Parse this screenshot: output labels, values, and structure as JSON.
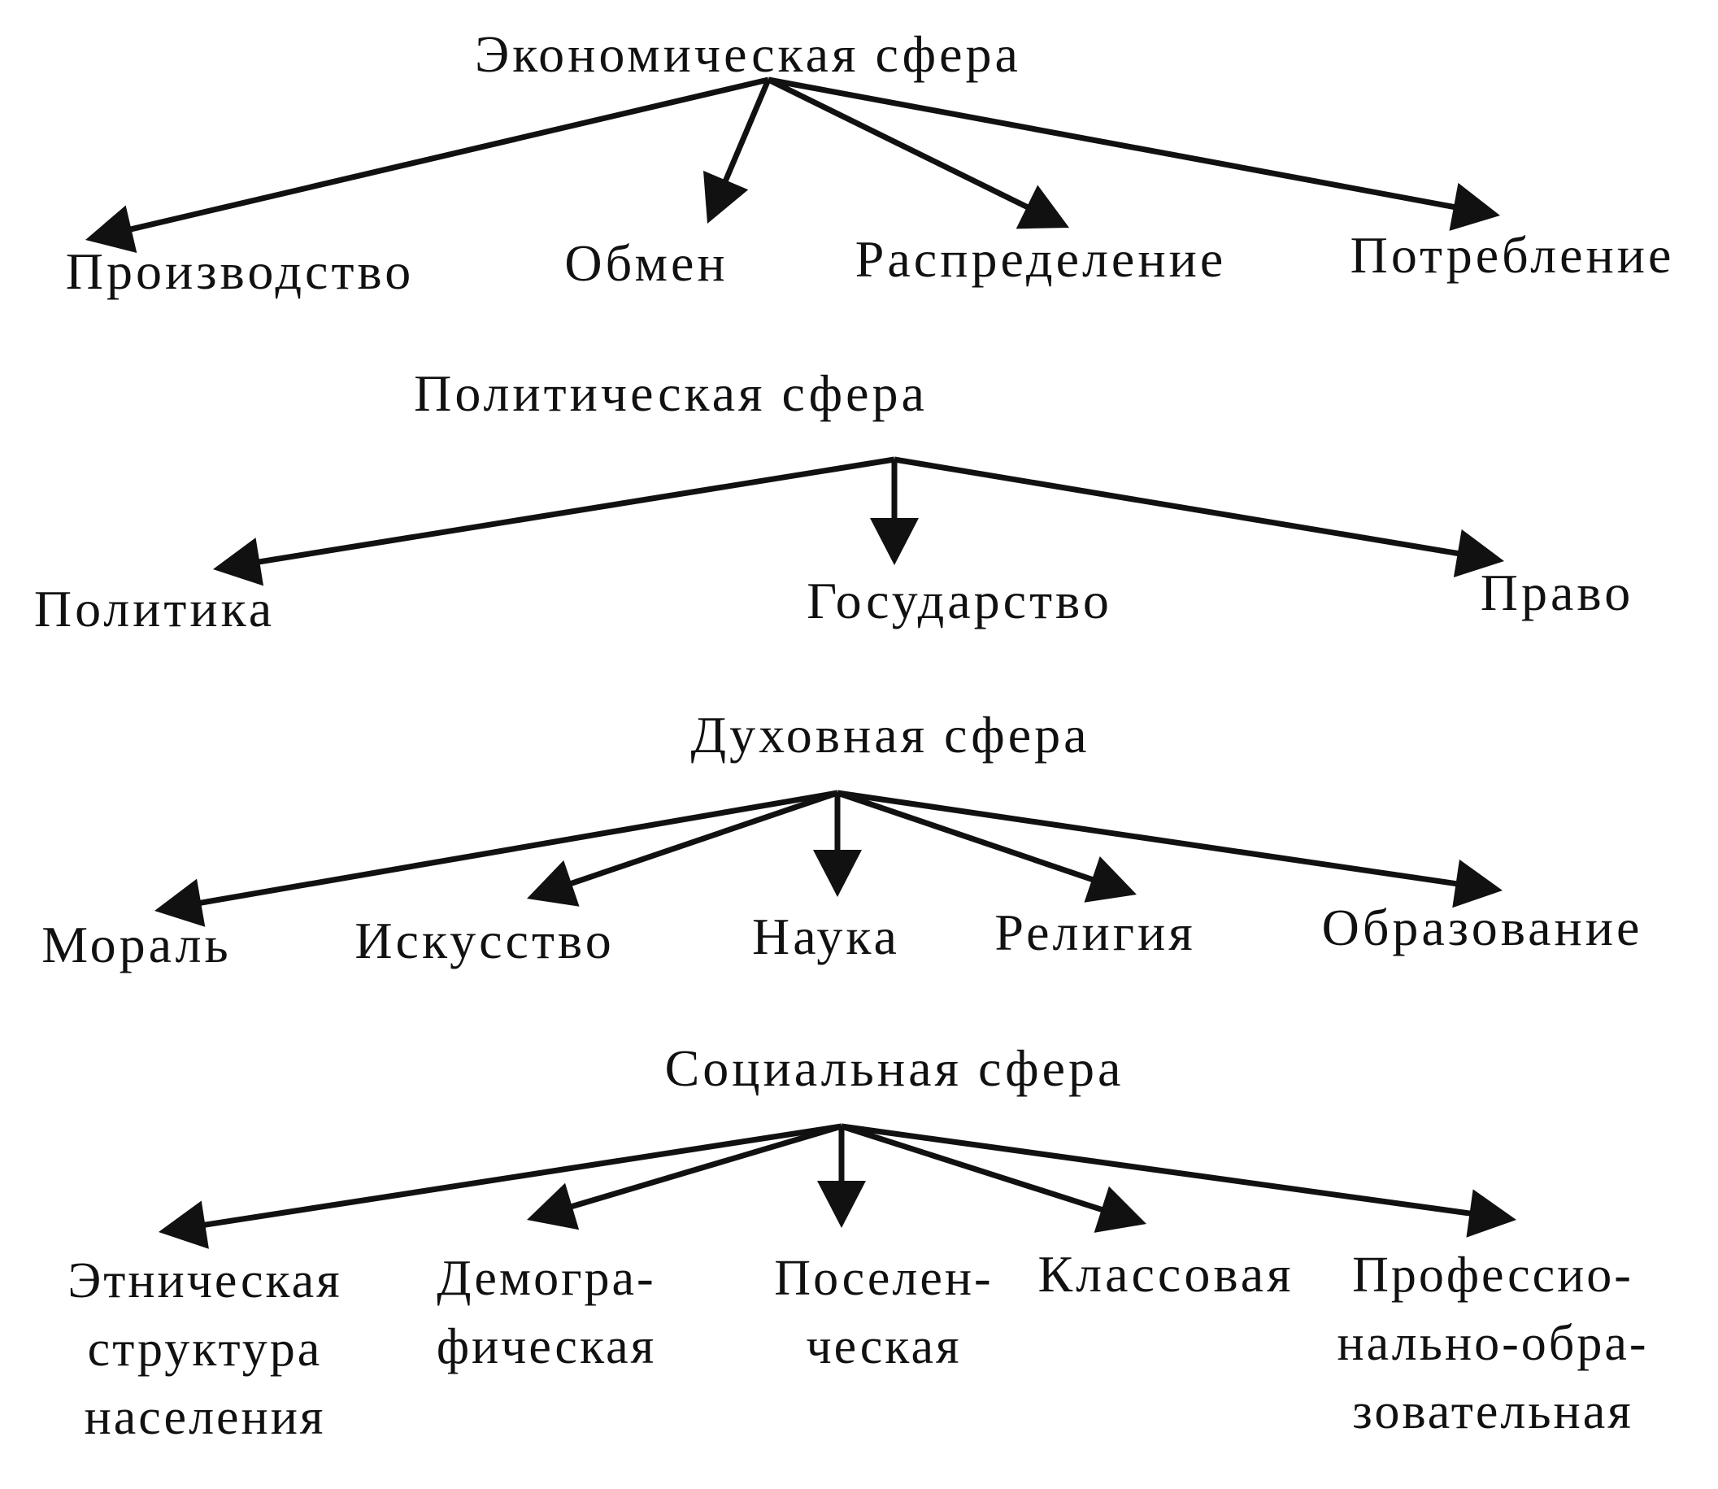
{
  "spheres": [
    {
      "id": "economic",
      "title": "Экономическая сфера",
      "items": [
        [
          "Производство"
        ],
        [
          "Обмен"
        ],
        [
          "Распределение"
        ],
        [
          "Потребление"
        ]
      ]
    },
    {
      "id": "political",
      "title": "Политическая сфера",
      "items": [
        [
          "Политика"
        ],
        [
          "Государство"
        ],
        [
          "Право"
        ]
      ]
    },
    {
      "id": "spiritual",
      "title": "Духовная сфера",
      "items": [
        [
          "Мораль"
        ],
        [
          "Искусство"
        ],
        [
          "Наука"
        ],
        [
          "Религия"
        ],
        [
          "Образование"
        ]
      ]
    },
    {
      "id": "social",
      "title": "Социальная сфера",
      "items": [
        [
          "Этническая",
          "структура",
          "населения"
        ],
        [
          "Демогра-",
          "фическая"
        ],
        [
          "Поселен-",
          "ческая"
        ],
        [
          "Классовая"
        ],
        [
          "Профессио-",
          "нально-обра-",
          "зовательная"
        ]
      ]
    }
  ],
  "colors": {
    "ink": "#111111",
    "background": "#ffffff"
  }
}
